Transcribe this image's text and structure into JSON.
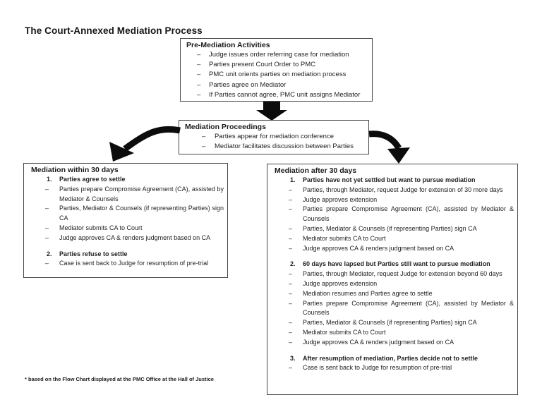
{
  "page": {
    "title": "The Court-Annexed Mediation Process",
    "footnote": "* based on the Flow Chart displayed at the PMC Office at the Hall of Justice"
  },
  "glyphs": {
    "dash": "–"
  },
  "colors": {
    "background": "#ffffff",
    "text": "#1f1f1f",
    "box_border": "#474747",
    "arrow": "#0c0c0c"
  },
  "boxes": {
    "pre_mediation": {
      "heading": "Pre-Mediation Activities",
      "items": [
        "Judge issues order referring case for mediation",
        "Parties present Court Order to PMC",
        "PMC unit orients parties on mediation process",
        "Parties agree on Mediator",
        "If Parties cannot agree, PMC unit assigns Mediator"
      ]
    },
    "proceedings": {
      "heading": "Mediation Proceedings",
      "items": [
        "Parties appear for mediation conference",
        "Mediator facilitates discussion between Parties"
      ]
    },
    "within_30": {
      "heading": "Mediation within 30 days",
      "sections": [
        {
          "number": "1.",
          "title": "Parties agree to settle",
          "items": [
            "Parties prepare Compromise Agreement (CA), assisted by Mediator & Counsels",
            "Parties, Mediator & Counsels (if representing Parties) sign CA",
            "Mediator submits CA to Court",
            "Judge approves CA & renders judgment based on CA"
          ]
        },
        {
          "number": "2.",
          "title": "Parties refuse to settle",
          "items": [
            "Case is sent back to Judge for resumption of pre-trial"
          ]
        }
      ]
    },
    "after_30": {
      "heading": "Mediation after 30 days",
      "sections": [
        {
          "number": "1.",
          "title": "Parties have not yet settled but want to pursue mediation",
          "items": [
            "Parties, through Mediator, request Judge for extension of 30 more days",
            "Judge approves extension",
            "Parties prepare Compromise Agreement (CA), assisted by Mediator & Counsels",
            "Parties, Mediator & Counsels (if representing Parties) sign CA",
            "Mediator submits CA to Court",
            "Judge approves CA & renders judgment based on CA"
          ]
        },
        {
          "number": "2.",
          "title": "60 days have lapsed but Parties still want to pursue mediation",
          "items": [
            "Parties, through Mediator, request Judge for extension beyond 60 days",
            "Judge approves extension",
            "Mediation resumes and Parties agree to settle",
            "Parties prepare Compromise Agreement (CA), assisted by Mediator & Counsels",
            "Parties, Mediator & Counsels (if representing Parties) sign CA",
            "Mediator submits CA to Court",
            "Judge approves CA & renders judgment based on CA"
          ]
        },
        {
          "number": "3.",
          "title": "After resumption of mediation, Parties decide not to settle",
          "items": [
            "Case is sent back to Judge for resumption of pre-trial"
          ]
        }
      ]
    }
  }
}
